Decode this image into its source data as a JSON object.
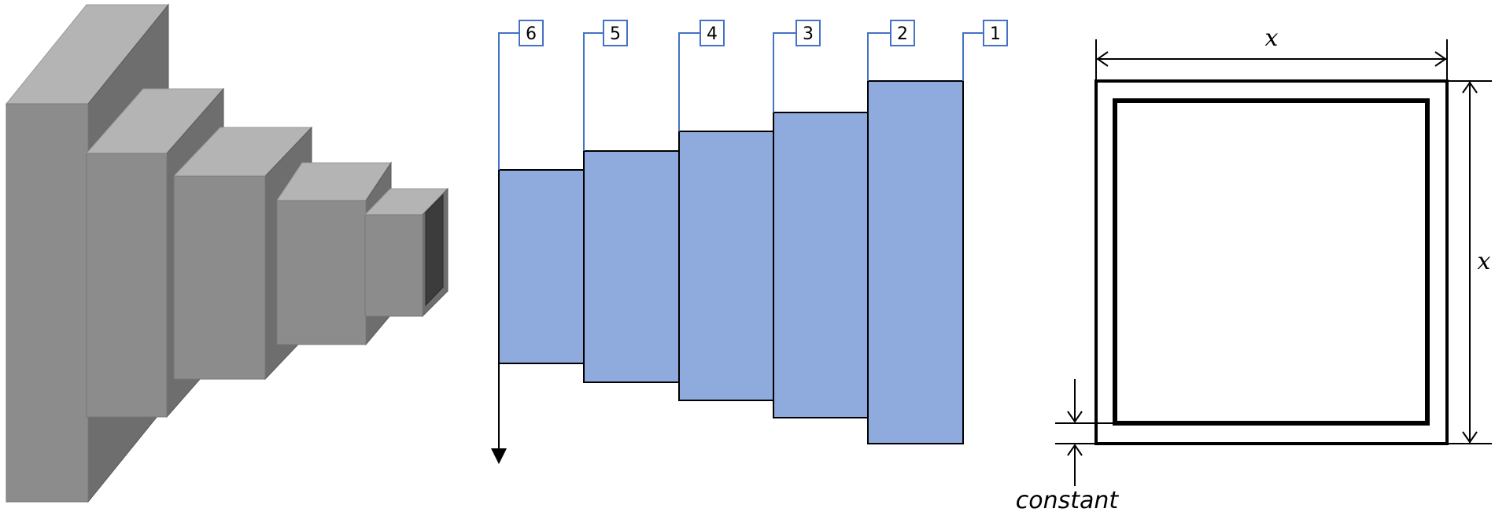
{
  "step_labels": [
    "6",
    "5",
    "4",
    "3",
    "2",
    "1"
  ],
  "dimension_labels": {
    "width": "x",
    "height": "x",
    "thickness": "constant"
  },
  "colors": {
    "section_fill": "#8FAADC",
    "leader_line": "#4472C4",
    "box_front": "#8C8C8C",
    "box_top": "#B4B4B4",
    "box_side": "#6E6E6E",
    "outline": "#000000"
  }
}
